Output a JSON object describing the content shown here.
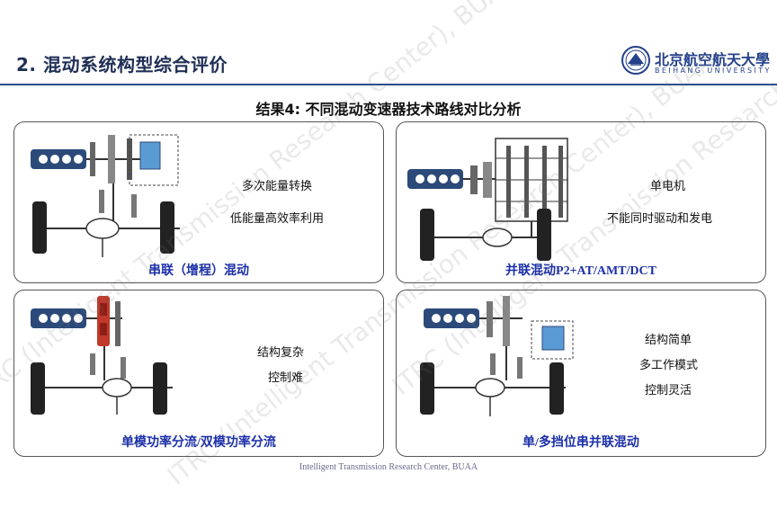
{
  "header": {
    "title": "2. 混动系统构型综合评价",
    "logo_cn": "北京航空航天大學",
    "logo_en": "BEIHANG UNIVERSITY"
  },
  "subtitle": "结果4: 不同混动变速器技术路线对比分析",
  "panels": [
    {
      "lines": [
        "多次能量转换",
        "低能量高效率利用"
      ],
      "caption": "串联（增程）混动"
    },
    {
      "lines": [
        "单电机",
        "不能同时驱动和发电"
      ],
      "caption": "并联混动P2+AT/AMT/DCT"
    },
    {
      "lines": [
        "结构复杂",
        "控制难"
      ],
      "caption": "单模功率分流/双模功率分流"
    },
    {
      "lines": [
        "结构简单",
        "多工作模式",
        "控制灵活"
      ],
      "caption": "单/多挡位串并联混动"
    }
  ],
  "footer": "Intelligent Transmission Research Center, BUAA",
  "watermark": "ITRC (Intelligent Transmission Research Center), BUAA",
  "colors": {
    "title": "#1f2f55",
    "caption": "#1b2fa8",
    "engine": "#2b4a7a",
    "clutch": "#c0392b",
    "battery": "#5b9bd5"
  }
}
